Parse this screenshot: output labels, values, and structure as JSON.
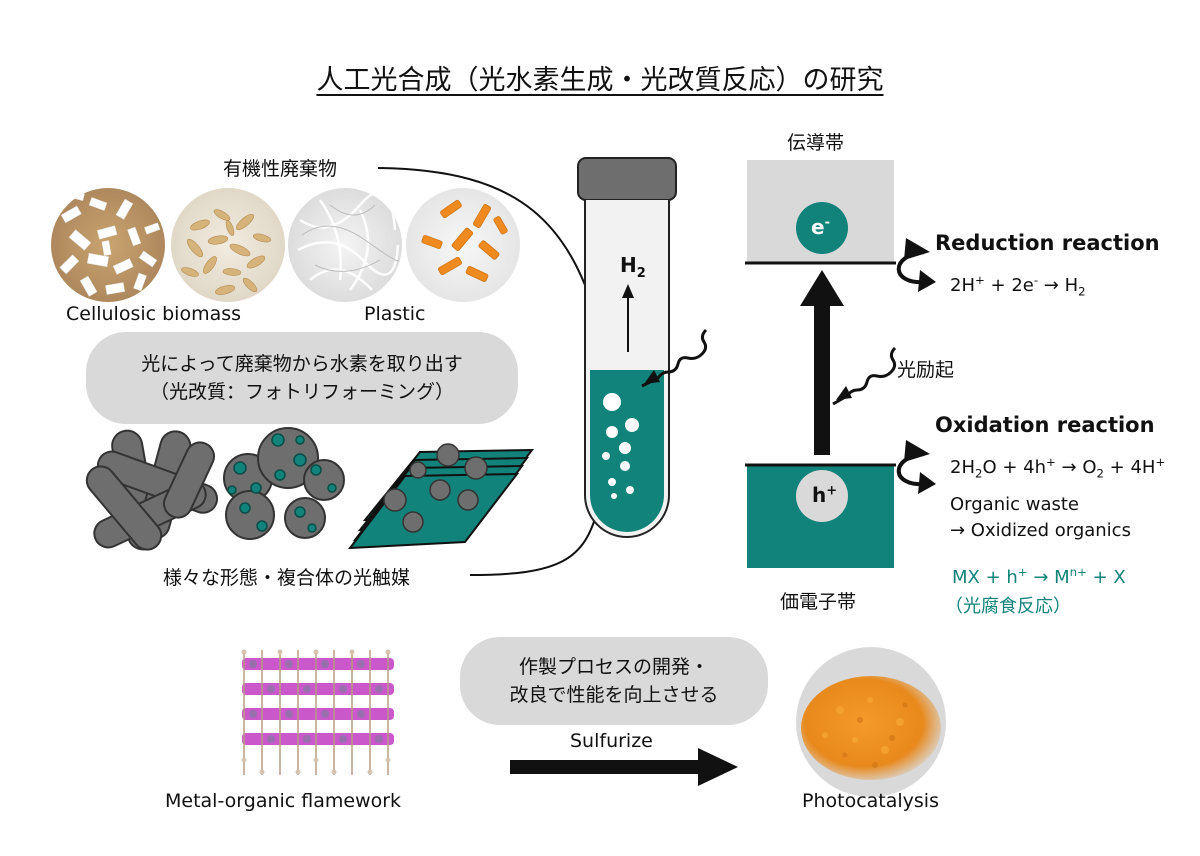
{
  "title": "人工光合成（光水素生成・光改質反応）の研究",
  "waste_label": "有機性廃棄物",
  "cellulosic_label": "Cellulosic biomass",
  "plastic_label": "Plastic",
  "pill_top": {
    "line1": "光によって廃棄物から水素を取り出す",
    "line2": "（光改質：フォトリフォーミング）"
  },
  "catalyst_label": "様々な形態・複合体の光触媒",
  "h2_label": "H",
  "h2_sub": "2",
  "conduction_band": "伝導帯",
  "valence_band": "価電子帯",
  "electron": "e",
  "electron_sup": "-",
  "hole": "h",
  "hole_sup": "+",
  "excitation": "光励起",
  "reduction": {
    "title": "Reduction reaction",
    "eq_a": "2H",
    "eq_a_sup": "+",
    "eq_b": " + 2e",
    "eq_b_sup": "-",
    "eq_c": " → H",
    "eq_c_sub": "2"
  },
  "oxidation": {
    "title": "Oxidation reaction",
    "eq_a": "2H",
    "eq_a_sub": "2",
    "eq_b": "O + 4h",
    "eq_b_sup": "+",
    "eq_c": " → O",
    "eq_c_sub": "2",
    "eq_d": " + 4H",
    "eq_d_sup": "+",
    "organic1": "Organic waste",
    "organic2": "→ Oxidized organics"
  },
  "corrosion": {
    "eq_a": "MX + h",
    "eq_a_sup": "+",
    "eq_b": " → M",
    "eq_b_sup": "n+",
    "eq_c": " + X",
    "label": "（光腐食反応）"
  },
  "pill_bottom": {
    "line1": "作製プロセスの開発・",
    "line2": "改良で性能を向上させる"
  },
  "sulfurize": "Sulfurize",
  "mof_label": "Metal-organic flamework",
  "photocat_label": "Photocatalysis",
  "colors": {
    "teal": "#11837a",
    "gray_bg": "#d9d9d9",
    "band_gray": "#d9d9d9",
    "orange": "#e8891c",
    "magenta": "#c23cc2"
  }
}
